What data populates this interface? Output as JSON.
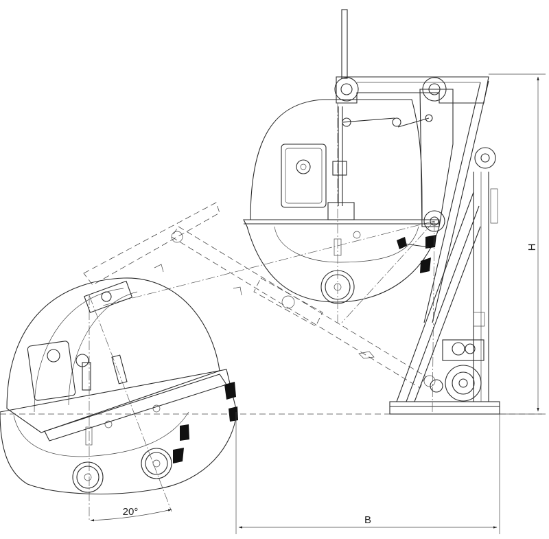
{
  "labels": {
    "height_dim": "H",
    "outreach_dim": "B",
    "tilt_angle": "20°"
  }
}
